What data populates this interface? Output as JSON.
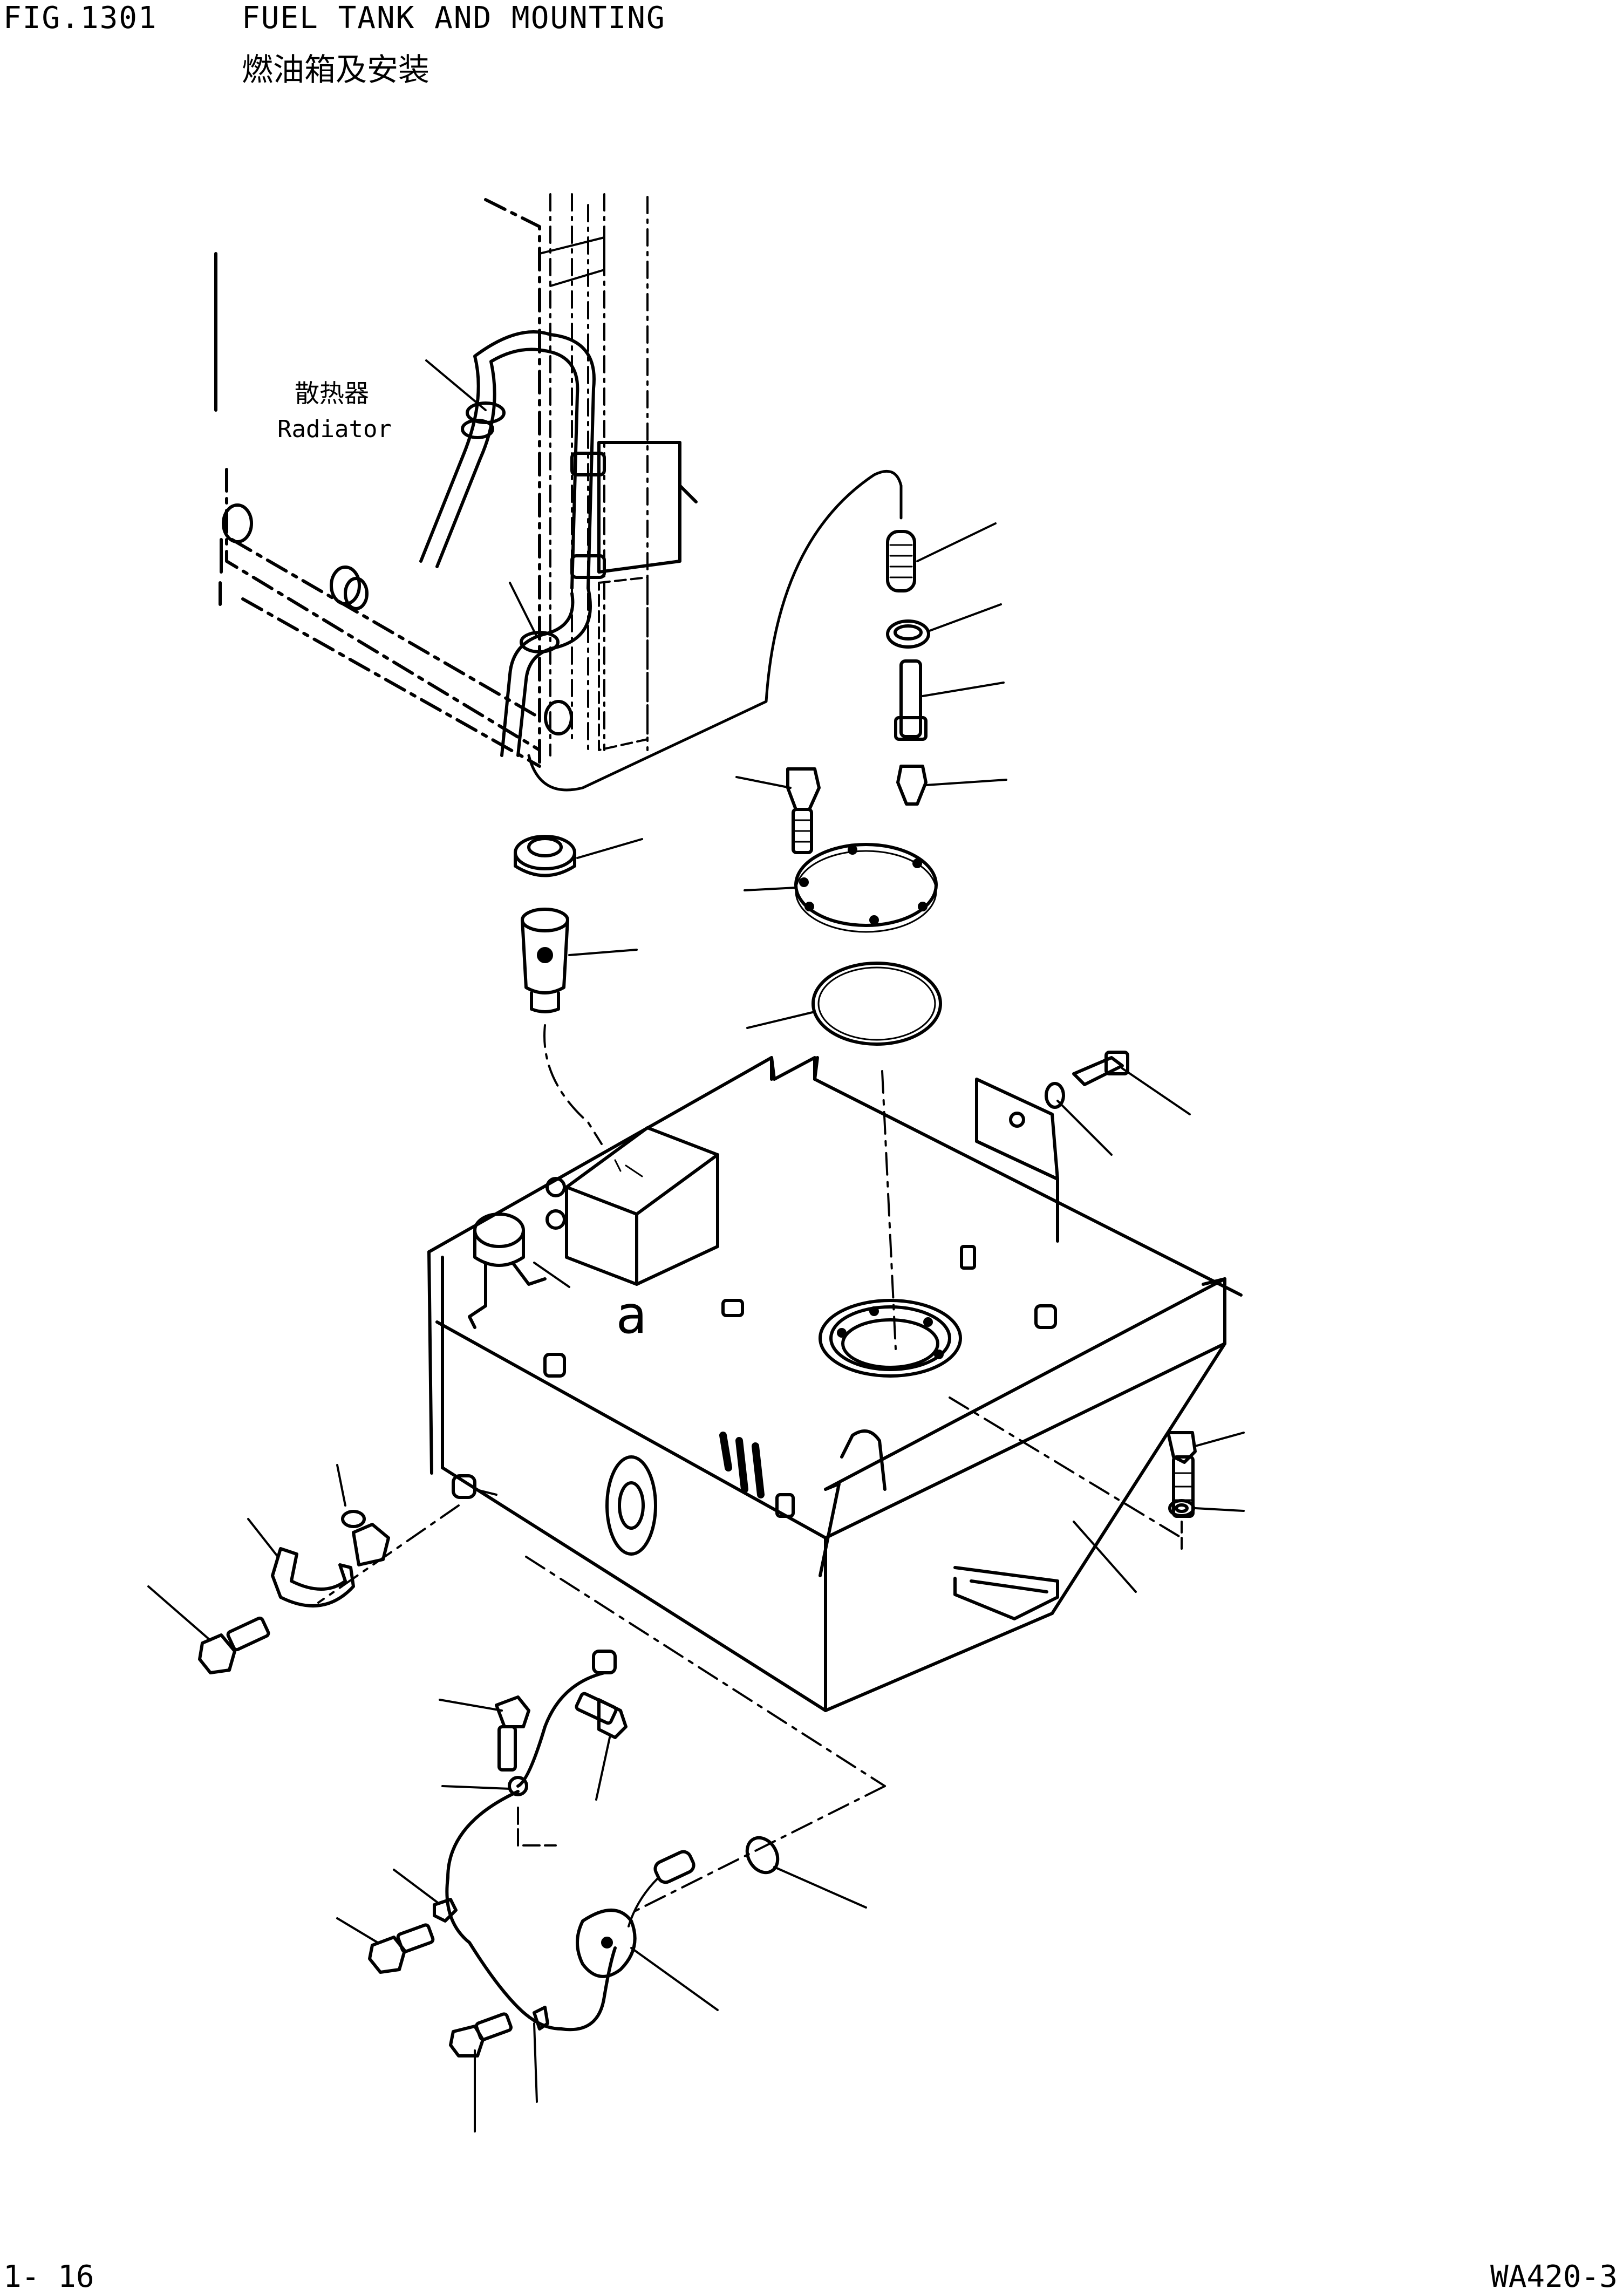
{
  "header": {
    "figure_number": "FIG.1301",
    "title": "FUEL TANK AND MOUNTING",
    "subtitle": "燃油箱及安装"
  },
  "diagram": {
    "radiator_label_cn": "散热器",
    "radiator_label_en": "Radiator",
    "detail_marker": "a"
  },
  "footer": {
    "page_number": "1- 16",
    "model_code": "WA420-3"
  }
}
